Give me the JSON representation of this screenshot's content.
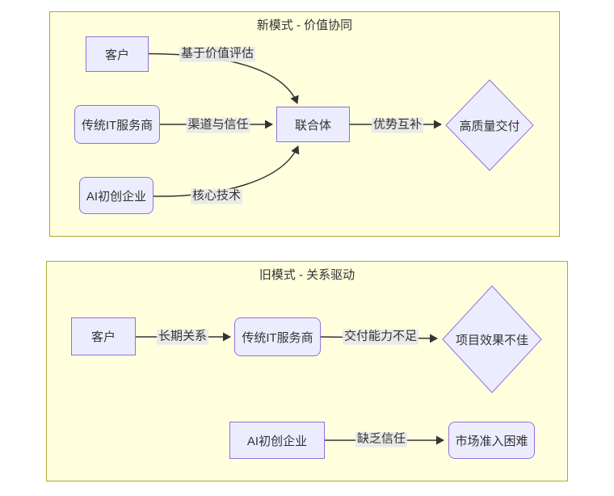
{
  "diagram_type": "flowchart",
  "colors": {
    "node_fill": "#ECECFF",
    "node_border": "#9370DB",
    "cluster_fill": "#FFFFDE",
    "cluster_border": "#AAAA33",
    "edge_color": "#333333",
    "edge_label_bg": "#E8E8E8",
    "text_color": "#333333"
  },
  "top": {
    "title": "新模式 - 价值协同",
    "nodes": {
      "customer": "客户",
      "it_vendor": "传统IT服务商",
      "ai_startup": "AI初创企业",
      "consortium": "联合体",
      "delivery": "高质量交付"
    },
    "edges": {
      "value_based": "基于价值评估",
      "channel_trust": "渠道与信任",
      "core_tech": "核心技术",
      "complementary": "优势互补"
    }
  },
  "bottom": {
    "title": "旧模式 - 关系驱动",
    "nodes": {
      "customer": "客户",
      "it_vendor": "传统IT服务商",
      "poor_outcome": "项目效果不佳",
      "ai_startup": "AI初创企业",
      "market_barrier": "市场准入困难"
    },
    "edges": {
      "long_term": "长期关系",
      "capability_gap": "交付能力不足",
      "lack_trust": "缺乏信任"
    }
  }
}
